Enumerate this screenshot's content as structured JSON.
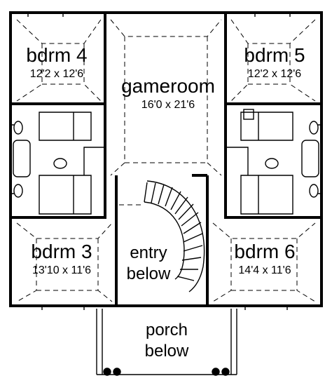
{
  "rooms": {
    "bdrm4": {
      "name": "bdrm 4",
      "dims": "12'2 x 12'6"
    },
    "bdrm5": {
      "name": "bdrm 5",
      "dims": "12'2 x 12'6"
    },
    "gameroom": {
      "name": "gameroom",
      "dims": "16'0 x 21'6"
    },
    "bdrm3": {
      "name": "bdrm 3",
      "dims": "13'10 x 11'6"
    },
    "bdrm6": {
      "name": "bdrm 6",
      "dims": "14'4 x 11'6"
    },
    "entry": {
      "line1": "entry",
      "line2": "below"
    },
    "porch": {
      "line1": "porch",
      "line2": "below"
    }
  }
}
